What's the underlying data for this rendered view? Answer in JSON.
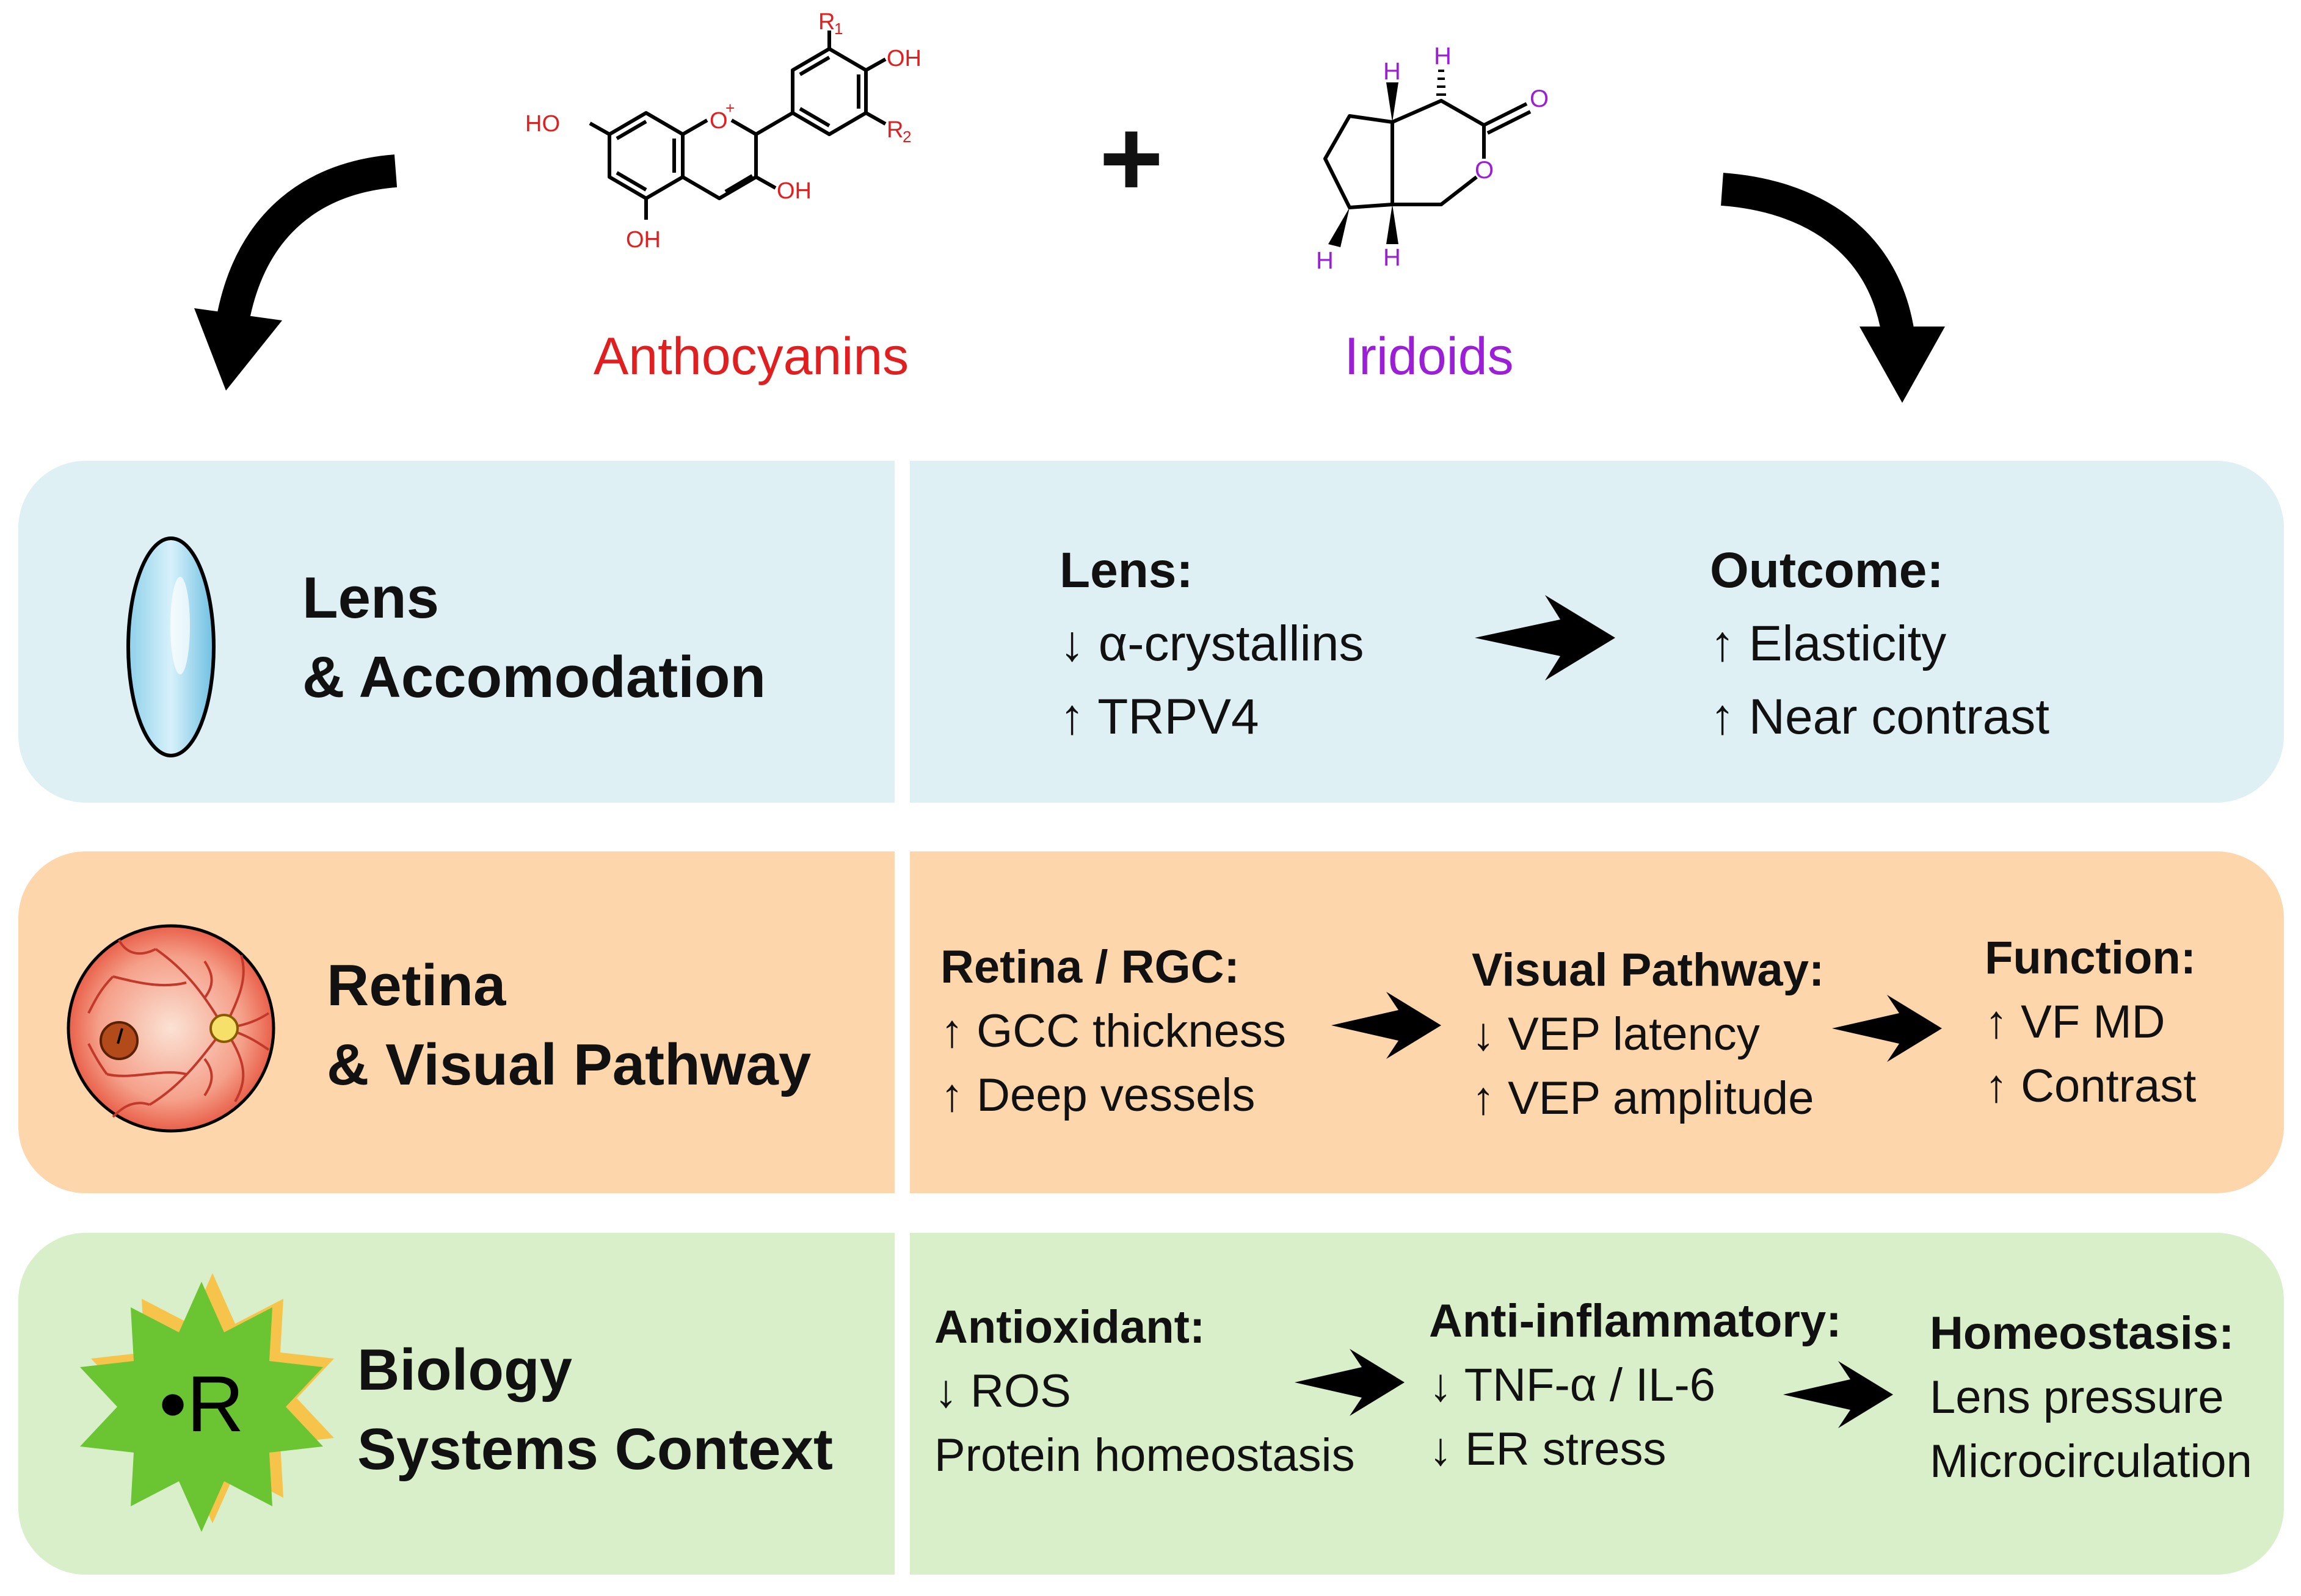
{
  "compounds": {
    "left": {
      "name": "Anthocyanins",
      "color": "#e02020",
      "atoms": {
        "ho_left": "HO",
        "o_plus": "O",
        "plus_sign": "+",
        "oh_top": "OH",
        "r1": "R",
        "r1_sub": "1",
        "r2": "R",
        "r2_sub": "2",
        "oh_mid": "OH",
        "oh_bottom": "OH"
      }
    },
    "combine_symbol": "+",
    "right": {
      "name": "Iridoids",
      "color": "#9b1fd6",
      "atoms": {
        "h_top_left": "H",
        "h_top_right": "H",
        "o_carbonyl": "O",
        "o_ring": "O",
        "h_bottom_left": "H",
        "h_bottom_mid": "H"
      }
    }
  },
  "rows": [
    {
      "id": "lens",
      "icon": "lens-icon",
      "title": [
        "Lens",
        "& Accomodation"
      ],
      "bg_left": "#dff0f4",
      "bg_right": "#dff0f4",
      "groups": [
        {
          "header": "Lens:",
          "lines": [
            "↓ α-crystallins",
            "↑ TRPV4"
          ]
        },
        {
          "header": "Outcome:",
          "lines": [
            "↑ Elasticity",
            "↑ Near contrast"
          ]
        }
      ]
    },
    {
      "id": "retina",
      "icon": "retina-icon",
      "title": [
        "Retina",
        "& Visual Pathway"
      ],
      "bg_left": "#fdd6ac",
      "bg_right": "#fdd6ac",
      "groups": [
        {
          "header": "Retina / RGC:",
          "lines": [
            "↑ GCC thickness",
            "↑ Deep vessels"
          ]
        },
        {
          "header": "Visual Pathway:",
          "lines": [
            "↓ VEP latency",
            "↑ VEP amplitude"
          ]
        },
        {
          "header": "Function:",
          "lines": [
            "↑ VF MD",
            "↑ Contrast"
          ]
        }
      ]
    },
    {
      "id": "biology",
      "icon": "radical-star-icon",
      "icon_text": "•R",
      "title": [
        "Biology",
        "Systems Context"
      ],
      "bg_left": "#d8efc9",
      "bg_right": "#d8efc9",
      "groups": [
        {
          "header": "Antioxidant:",
          "lines": [
            "↓ ROS",
            "Protein homeostasis"
          ]
        },
        {
          "header": "Anti-inflammatory:",
          "lines": [
            "↓ TNF-α / IL-6",
            "↓ ER stress"
          ]
        },
        {
          "header": "Homeostasis:",
          "lines": [
            "Lens pressure",
            "Microcirculation"
          ]
        }
      ]
    }
  ]
}
